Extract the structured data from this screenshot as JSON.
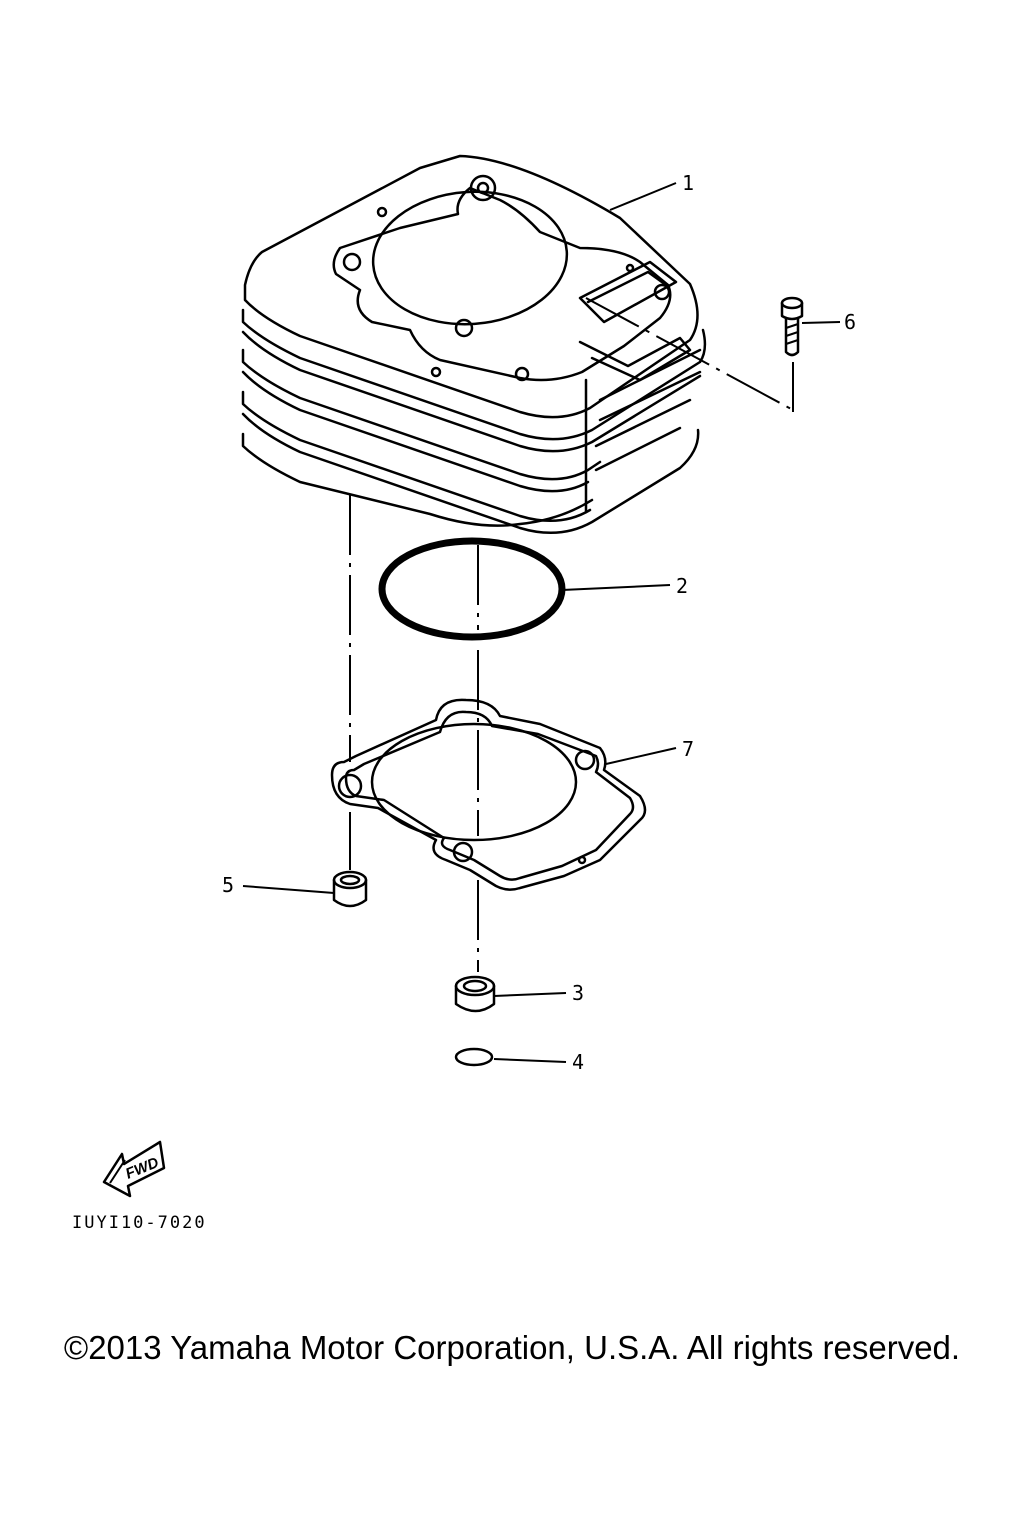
{
  "callouts": [
    {
      "num": "1",
      "part": "cylinder"
    },
    {
      "num": "2",
      "part": "o-ring"
    },
    {
      "num": "3",
      "part": "dowel-pin"
    },
    {
      "num": "4",
      "part": "o-ring-small"
    },
    {
      "num": "5",
      "part": "dowel-pin"
    },
    {
      "num": "6",
      "part": "bolt"
    },
    {
      "num": "7",
      "part": "cylinder-gasket"
    }
  ],
  "fwd_label": "FWD",
  "diagram_code": "IUYI10-7020",
  "copyright": "©2013 Yamaha Motor Corporation, U.S.A. All rights reserved."
}
